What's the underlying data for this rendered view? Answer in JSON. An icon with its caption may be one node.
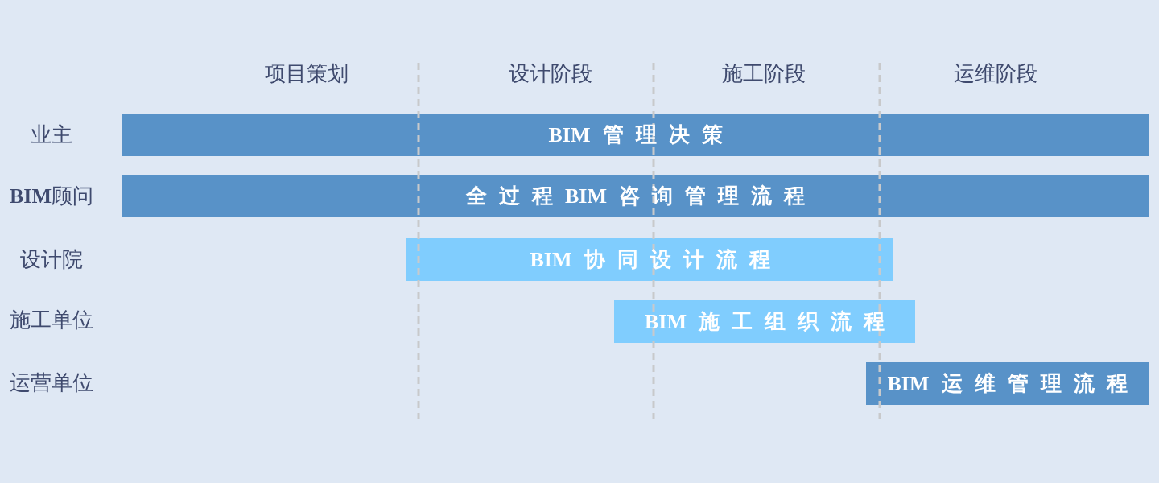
{
  "diagram": {
    "nodes": [
      {
        "text": [
          "BIM管理决策"
        ]
      },
      {
        "text": [
          "全过程BIM咨询管理流程"
        ]
      },
      {
        "text": [
          "BIM协同设计流程"
        ]
      },
      {
        "text": [
          "BIM施工组织流程"
        ]
      },
      {
        "text": [
          "BIM运维管理流程"
        ]
      }
    ],
    "labels": [
      "项目策划",
      "设计阶段",
      "施工阶段",
      "运维阶段",
      "业主",
      "**BIM**顾问",
      "设计院",
      "施工单位",
      "运营单位"
    ]
  }
}
